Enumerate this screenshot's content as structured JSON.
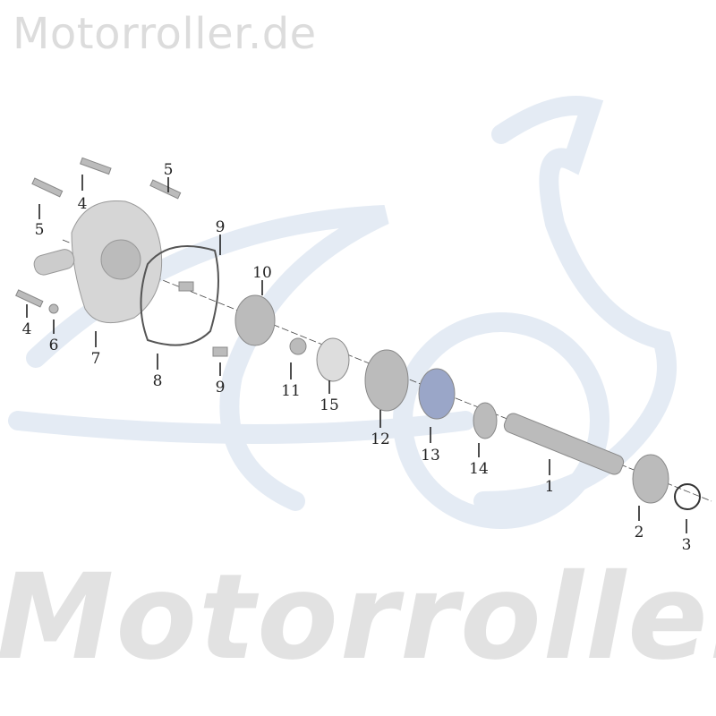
{
  "watermark_top": "Motorroller.de",
  "watermark_bottom": "Motorroller",
  "colors": {
    "watermark": "#dcdcdc",
    "scooter_logo": "#e4ebf4",
    "parts": "#b8b8b8"
  },
  "callouts": [
    {
      "id": "5a",
      "text": "5"
    },
    {
      "id": "4a",
      "text": "4"
    },
    {
      "id": "5b",
      "text": "5"
    },
    {
      "id": "9a",
      "text": "9"
    },
    {
      "id": "10",
      "text": "10"
    },
    {
      "id": "4b",
      "text": "4"
    },
    {
      "id": "6",
      "text": "6"
    },
    {
      "id": "7",
      "text": "7"
    },
    {
      "id": "8",
      "text": "8"
    },
    {
      "id": "9b",
      "text": "9"
    },
    {
      "id": "11",
      "text": "11"
    },
    {
      "id": "15",
      "text": "15"
    },
    {
      "id": "12",
      "text": "12"
    },
    {
      "id": "13",
      "text": "13"
    },
    {
      "id": "14",
      "text": "14"
    },
    {
      "id": "1",
      "text": "1"
    },
    {
      "id": "2",
      "text": "2"
    },
    {
      "id": "3",
      "text": "3"
    }
  ]
}
